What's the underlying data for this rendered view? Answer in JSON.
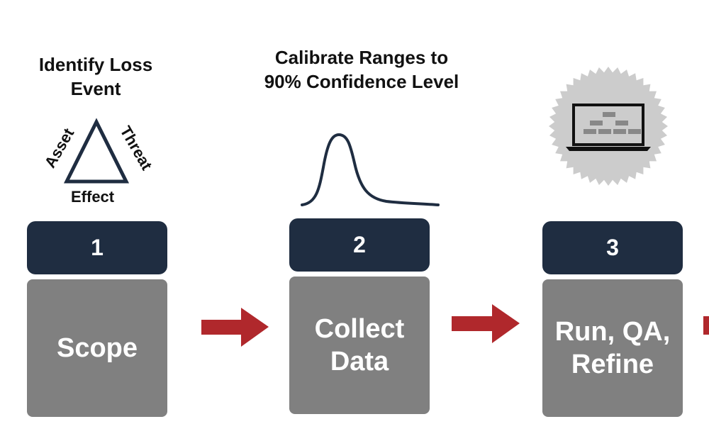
{
  "steps": [
    {
      "number": "1",
      "label": "Scope",
      "caption": "Identify Loss Event"
    },
    {
      "number": "2",
      "label": "Collect Data",
      "caption": "Calibrate Ranges to 90% Confidence Level"
    },
    {
      "number": "3",
      "label": "Run, QA, Refine"
    }
  ],
  "triangle": {
    "left": "Asset",
    "right": "Threat",
    "bottom": "Effect"
  },
  "icons": {
    "step3": "laptop-flowchart-badge-icon",
    "arrows": "right-arrow-icon",
    "step2": "distribution-curve-icon"
  },
  "colors": {
    "header": "#1f2d41",
    "box": "#808080",
    "arrow": "#b0282c",
    "badge": "#cccccc"
  }
}
